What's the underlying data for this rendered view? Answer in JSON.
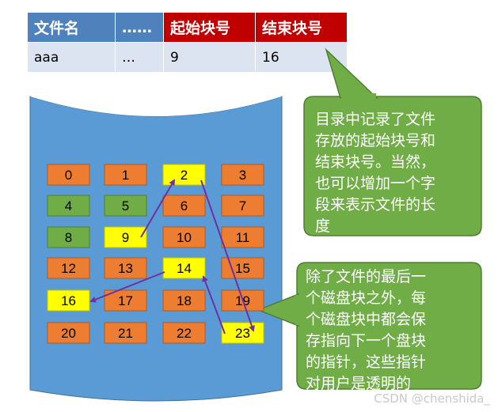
{
  "table": {
    "headers": [
      {
        "label": "文件名",
        "style": "blue"
      },
      {
        "label": "……",
        "style": "blue"
      },
      {
        "label": "起始块号",
        "style": "red"
      },
      {
        "label": "结束块号",
        "style": "red"
      }
    ],
    "row": [
      "aaa",
      "…",
      "9",
      "16"
    ]
  },
  "blocks": [
    {
      "num": "0",
      "state": "free"
    },
    {
      "num": "1",
      "state": "free"
    },
    {
      "num": "2",
      "state": "file"
    },
    {
      "num": "3",
      "state": "free"
    },
    {
      "num": "4",
      "state": "used"
    },
    {
      "num": "5",
      "state": "used"
    },
    {
      "num": "6",
      "state": "free"
    },
    {
      "num": "7",
      "state": "free"
    },
    {
      "num": "8",
      "state": "used"
    },
    {
      "num": "9",
      "state": "file"
    },
    {
      "num": "10",
      "state": "free"
    },
    {
      "num": "11",
      "state": "free"
    },
    {
      "num": "12",
      "state": "free"
    },
    {
      "num": "13",
      "state": "free"
    },
    {
      "num": "14",
      "state": "file"
    },
    {
      "num": "15",
      "state": "free"
    },
    {
      "num": "16",
      "state": "file"
    },
    {
      "num": "17",
      "state": "free"
    },
    {
      "num": "18",
      "state": "free"
    },
    {
      "num": "19",
      "state": "free"
    },
    {
      "num": "20",
      "state": "free"
    },
    {
      "num": "21",
      "state": "free"
    },
    {
      "num": "22",
      "state": "free"
    },
    {
      "num": "23",
      "state": "file"
    }
  ],
  "links": [
    {
      "from": "9",
      "to": "2"
    },
    {
      "from": "2",
      "to": "23"
    },
    {
      "from": "23",
      "to": "14"
    },
    {
      "from": "14",
      "to": "16"
    }
  ],
  "callouts": {
    "directory": "目录中记录了文件存放的起始块号和结束块号。当然，也可以增加一个字段来表示文件的长度",
    "directory_lines": [
      "目录中记录了文件",
      "存放的起始块号和",
      "结束块号。当然，",
      "也可以增加一个字",
      "段来表示文件的长",
      "度"
    ],
    "pointer": "除了文件的最后一个磁盘块之外，每个磁盘块中都会保存指向下一个盘块的指针，这些指针对用户是透明的",
    "pointer_lines": [
      "除了文件的最后一",
      "个磁盘块之外，每",
      "个磁盘块中都会保",
      "存指向下一个盘块",
      "的指针，这些指针",
      "对用户是透明的"
    ]
  },
  "colors": {
    "header_blue": "#4f81bd",
    "header_red": "#c00000",
    "row_bg": "#dbe4f0",
    "disk": "#5b9bd5",
    "disk_top": "#ffffff",
    "free": "#ed7d31",
    "used": "#70ad47",
    "file": "#ffff00",
    "callout": "#70ad47",
    "callout_border": "#507e32",
    "arrow": "#7030a0"
  },
  "watermark": "CSDN @chenshida_"
}
